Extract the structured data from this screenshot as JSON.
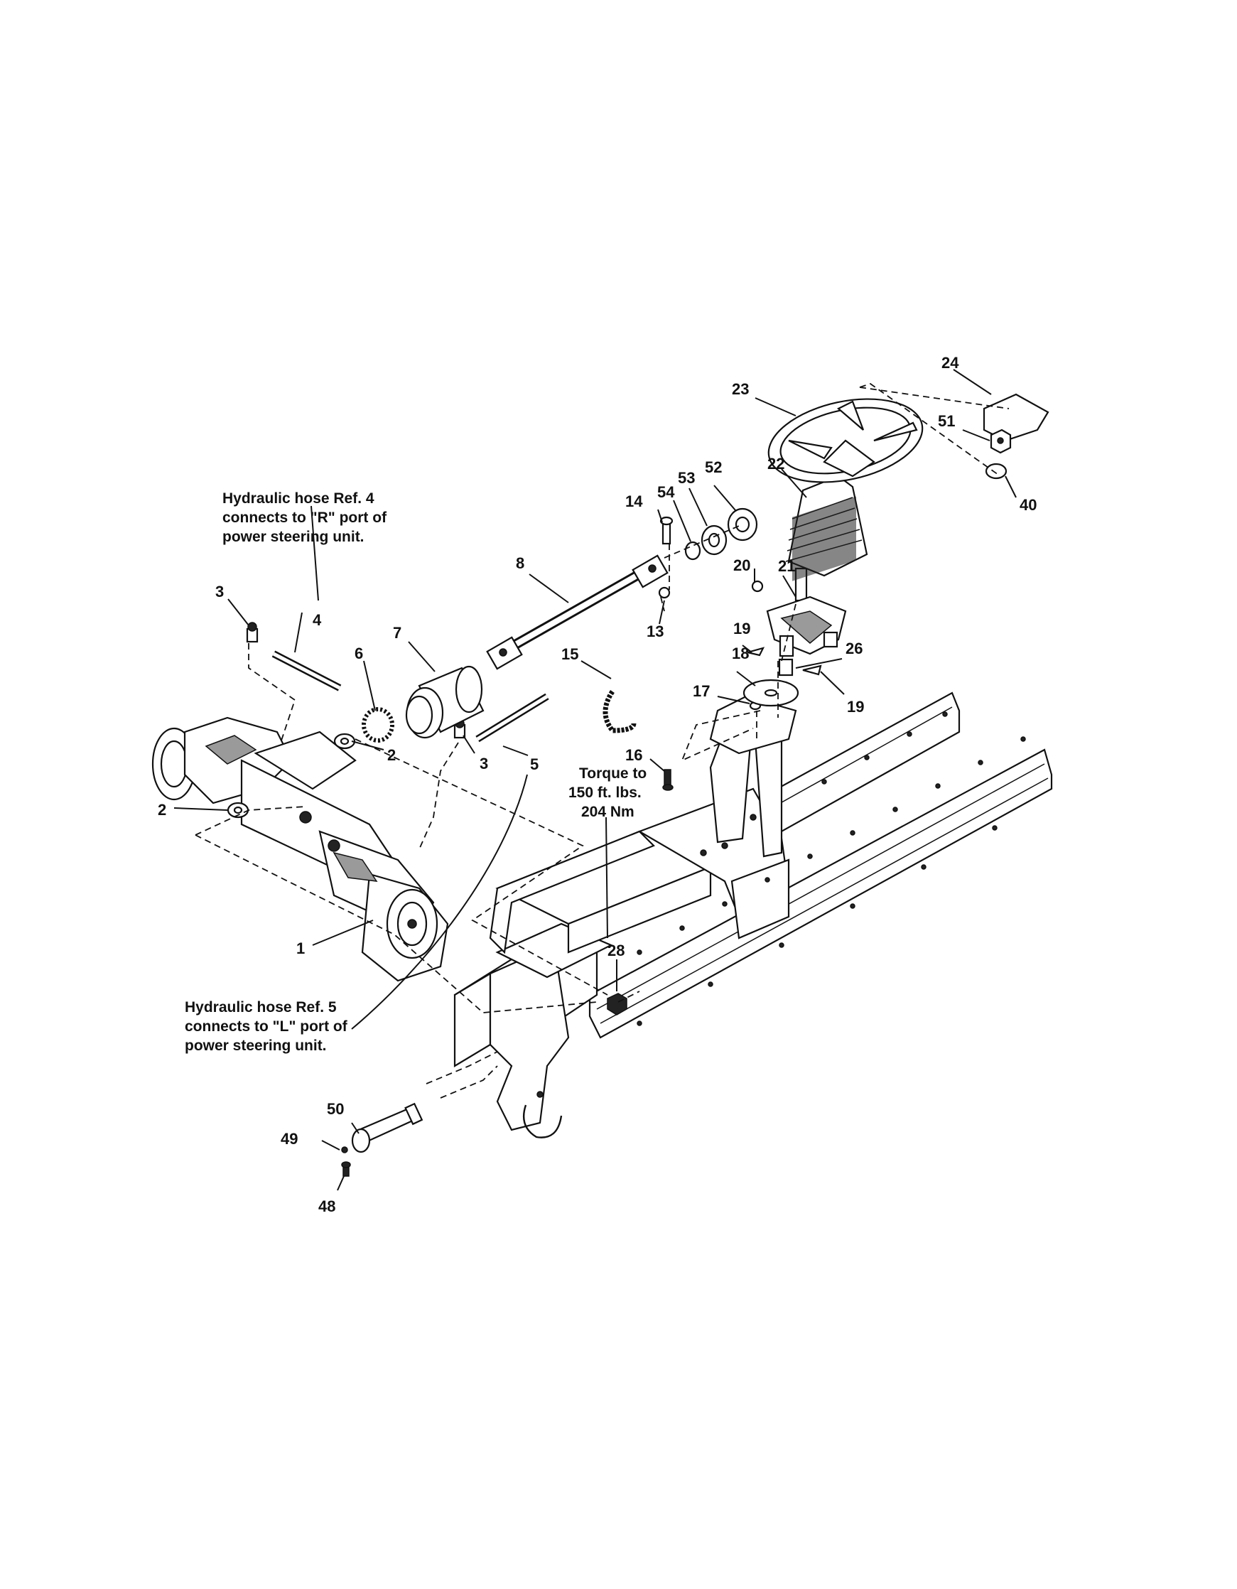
{
  "notes": {
    "hose4": [
      "Hydraulic hose Ref. 4",
      "connects to \"R\" port of",
      "power steering unit."
    ],
    "hose5": [
      "Hydraulic hose Ref. 5",
      "connects to \"L\" port of",
      "power steering unit."
    ],
    "torque": [
      "Torque to",
      "150 ft. lbs.",
      "204 Nm"
    ]
  },
  "labels": {
    "p1": "1",
    "p2a": "2",
    "p2b": "2",
    "p3a": "3",
    "p3b": "3",
    "p4": "4",
    "p5": "5",
    "p6": "6",
    "p7": "7",
    "p8": "8",
    "p13": "13",
    "p14": "14",
    "p15": "15",
    "p16": "16",
    "p17": "17",
    "p18": "18",
    "p19a": "19",
    "p19b": "19",
    "p20": "20",
    "p21": "21",
    "p22": "22",
    "p23": "23",
    "p24": "24",
    "p26": "26",
    "p28": "28",
    "p40": "40",
    "p48": "48",
    "p49": "49",
    "p50": "50",
    "p51": "51",
    "p52": "52",
    "p53": "53",
    "p54": "54"
  }
}
